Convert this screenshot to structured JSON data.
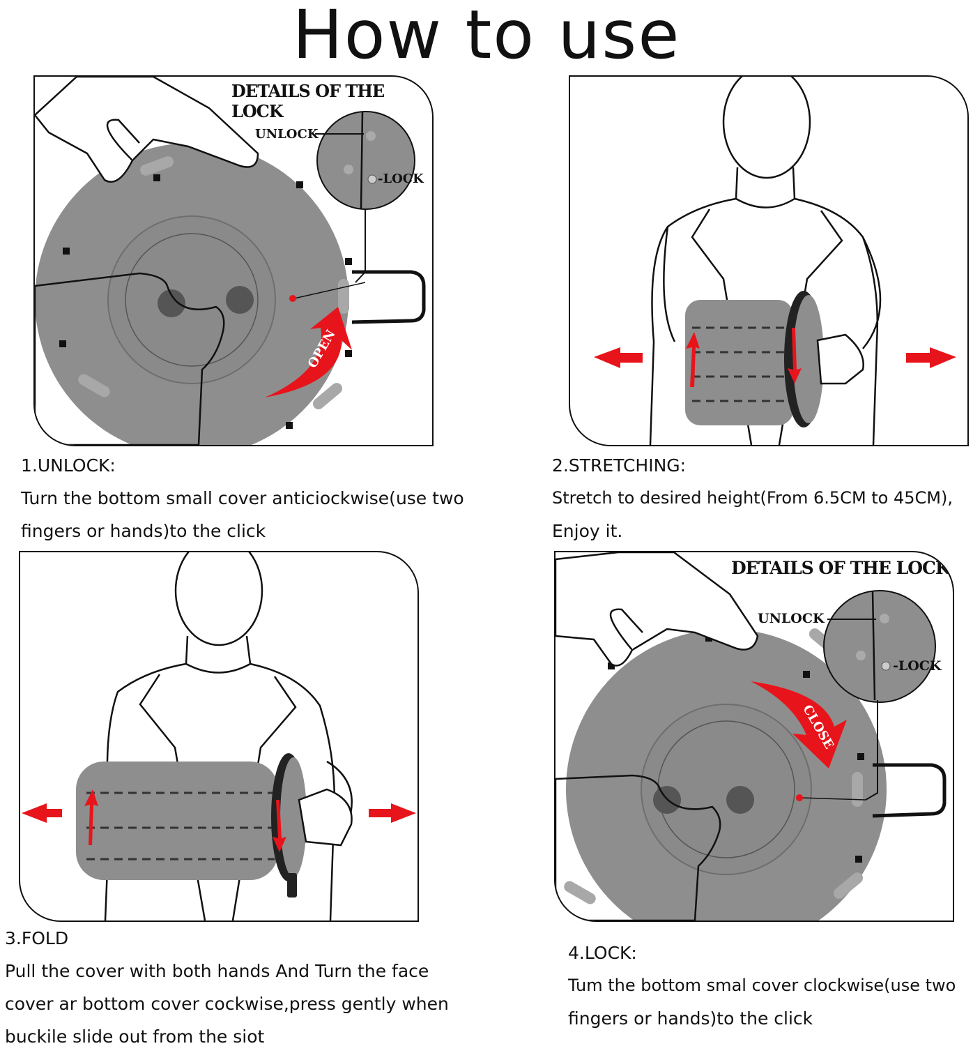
{
  "page": {
    "title": "How to use"
  },
  "lock_detail": {
    "heading": "DETAILS OF THE LOCK",
    "unlock": "UNLOCK",
    "lock": "-LOCK"
  },
  "arrows": {
    "open": "OPEN",
    "close": "CLOSE"
  },
  "steps": [
    {
      "title": "1.UNLOCK:",
      "lines": [
        "Turn the bottom small cover anticiockwise(use two",
        "fingers or hands)to the click"
      ]
    },
    {
      "title": "2.STRETCHING:",
      "lines": [
        "Stretch to desired height(From 6.5CM to 45CM),",
        "Enjoy it."
      ]
    },
    {
      "title": "3.FOLD",
      "lines": [
        "Pull the cover with both hands And Turn the face",
        "cover ar bottom cover cockwise,press gently when",
        "buckile slide out from the siot"
      ]
    },
    {
      "title": "4.LOCK:",
      "lines": [
        "Tum the bottom smal cover clockwise(use two",
        "fingers or hands)to the click"
      ]
    }
  ],
  "colors": {
    "accent": "#e8141b",
    "stool": "#8e8e8e",
    "line": "#111111"
  },
  "icons": [
    "hand-icon",
    "stool-icon",
    "person-icon",
    "arrow-left-icon",
    "arrow-right-icon",
    "rotate-arrow-icon"
  ]
}
